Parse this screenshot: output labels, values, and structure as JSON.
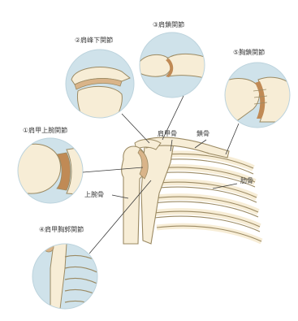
{
  "labels": {
    "joint1": "①肩甲上腕関節",
    "joint2": "②肩峰下関節",
    "joint3": "③肩鎖関節",
    "joint4": "④肩甲胸郭関節",
    "joint5": "⑤胸鎖関節",
    "scapula": "肩甲骨",
    "clavicle": "鎖骨",
    "rib": "肋骨",
    "humerus": "上腕骨"
  },
  "colors": {
    "bone_fill": "#f7edd6",
    "bone_stroke": "#9b8a63",
    "circle_bg": "#cfe2ea",
    "cartilage": "#c08a55",
    "joint_highlight": "#d9b489",
    "leader_line": "#3a3a3a"
  }
}
